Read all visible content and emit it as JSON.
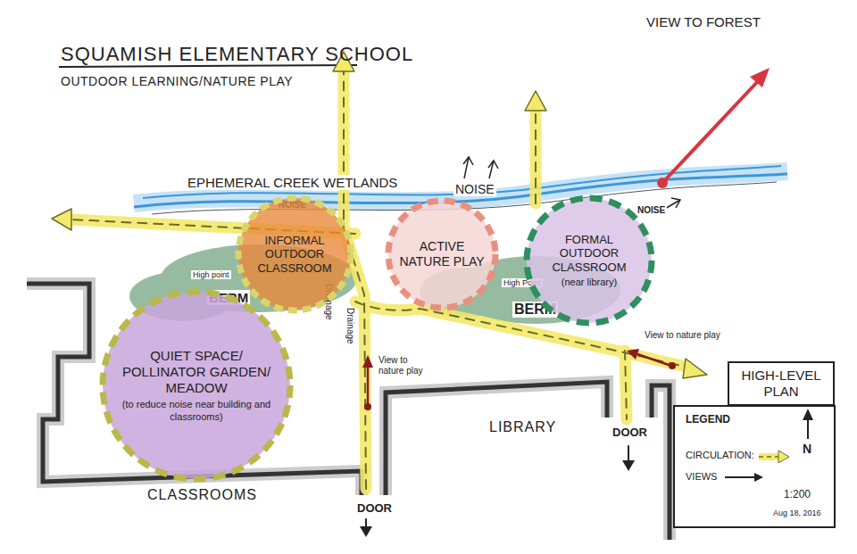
{
  "diagram": {
    "title": "SQUAMISH ELEMENTARY SCHOOL",
    "nodes": [
      {
        "text": [
          "INFORMAL OUTDOOR CLASSROOM"
        ]
      },
      {
        "text": [
          "ACTIVE NATURE PLAY"
        ]
      },
      {
        "text": [
          "FORMAL OUTDOOR CLASSROOM",
          "(near library)"
        ]
      },
      {
        "text": [
          "QUIET SPACE/ POLLINATOR GARDEN/ MEADOW",
          "(to reduce noise near building and classrooms)"
        ]
      },
      {
        "text": [
          "HIGH-LEVEL PLAN"
        ]
      }
    ],
    "labels": [
      "OUTDOOR LEARNING/NATURE PLAY",
      "VIEW TO FOREST",
      "EPHEMERAL CREEK WETLANDS",
      "NOISE",
      "NOISE",
      "NOISE",
      "High point",
      "BERM",
      "High Point",
      "BERM",
      "Drainage",
      "Drainage",
      "View to nature play",
      "View to nature play",
      "CLASSROOMS",
      "LIBRARY",
      "DOOR",
      "DOOR",
      "LEGEND",
      "N",
      "1:200",
      "Aug 18, 2016"
    ],
    "legend": [
      {
        "text": "CIRCULATION:"
      },
      {
        "text": "VIEWS"
      }
    ]
  }
}
